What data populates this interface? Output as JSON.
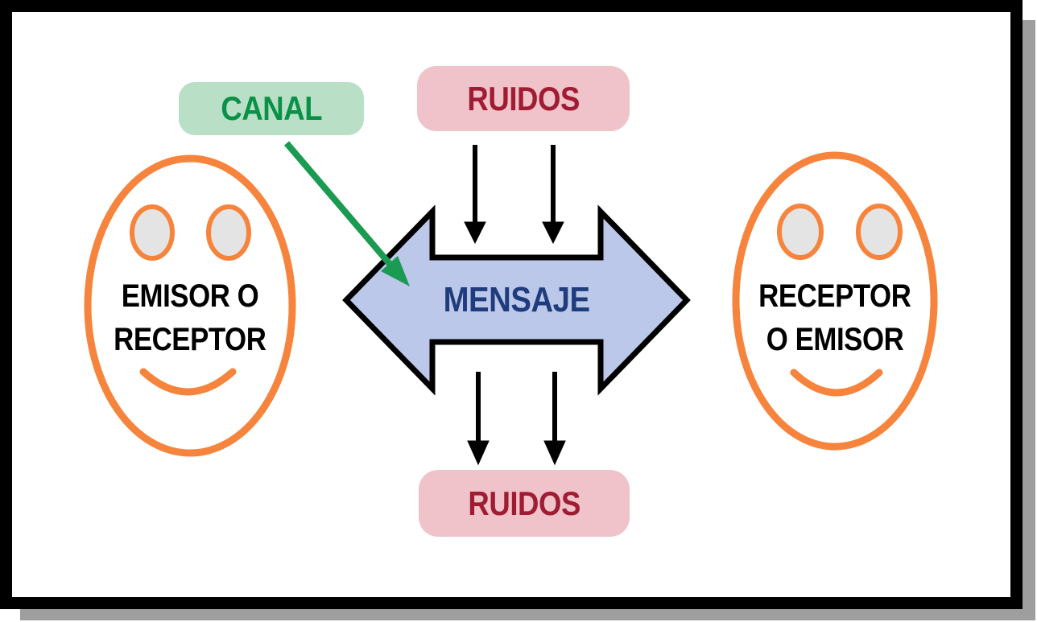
{
  "frame": {
    "border_color": "#000000",
    "shadow_color": "#9e9e9e",
    "background": "#ffffff"
  },
  "nodes": {
    "canal": {
      "label": "CANAL",
      "bg_color": "#b9dfc7",
      "text_color": "#0a9148"
    },
    "ruidos_top": {
      "label": "RUIDOS",
      "bg_color": "#f0c2c9",
      "text_color": "#9f1c33"
    },
    "ruidos_bottom": {
      "label": "RUIDOS",
      "bg_color": "#f0c2c9",
      "text_color": "#9f1c33"
    },
    "mensaje": {
      "label": "MENSAJE",
      "fill_color": "#bcc8ea",
      "outline_color": "#000000",
      "text_color": "#1f3d7c"
    },
    "emisor_face": {
      "line1": "EMISOR O",
      "line2": "RECEPTOR",
      "outline_color": "#f6843d",
      "eye_color": "#e4e4e4",
      "text_color": "#000000"
    },
    "receptor_face": {
      "line1": "RECEPTOR",
      "line2": "O EMISOR",
      "outline_color": "#f6843d",
      "eye_color": "#e4e4e4",
      "text_color": "#000000"
    }
  },
  "connectors": {
    "canal_arrow_color": "#1b9a52",
    "noise_arrow_color": "#000000"
  }
}
